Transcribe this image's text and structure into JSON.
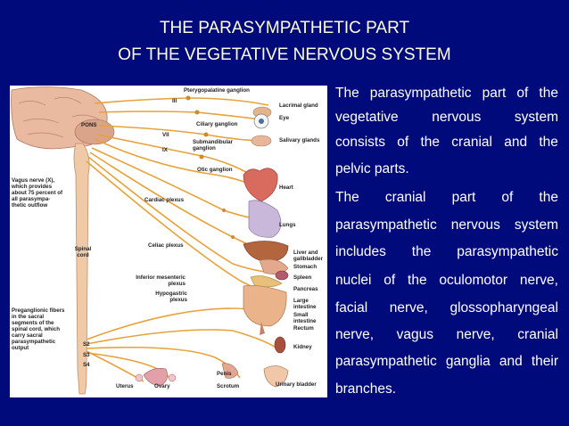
{
  "slide": {
    "title_line1": "THE PARASYMPATHETIC PART",
    "title_line2": "OF THE VEGETATIVE NERVOUS SYSTEM"
  },
  "figure_labels": {
    "pterygopalatine": "Pterygopalatine ganglion",
    "iii": "III",
    "vii": "VII",
    "ix": "IX",
    "pons": "PONS",
    "lacrimal": "Lacrimal gland",
    "eye": "Eye",
    "ciliary": "Ciliary ganglion",
    "submandibular": "Submandibular ganglion",
    "salivary": "Salivary glands",
    "otic": "Otic ganglion",
    "vagus": "Vagus nerve (X), which provides about 75 percent of all parasympa- thetic outflow",
    "cardiac_plexus": "Cardiac plexus",
    "heart": "Heart",
    "lungs": "Lungs",
    "celiac_plexus": "Celiac plexus",
    "spinal_cord": "Spinal cord",
    "liver": "Liver and gallbladder",
    "stomach": "Stomach",
    "inferior_mesenteric": "Inferior mesenteric plexus",
    "spleen": "Spleen",
    "pancreas": "Pancreas",
    "hypogastric": "Hypogastric plexus",
    "large_intestine": "Large intestine",
    "small_intestine": "Small intestine",
    "rectum": "Rectum",
    "preganglionic": "Preganglionic fibers in the sacral segments of the spinal cord, which carry sacral parasympathetic output",
    "s2": "S2",
    "s3": "S3",
    "s4": "S4",
    "kidney": "Kidney",
    "penis": "Penis",
    "uterus": "Uterus",
    "ovary": "Ovary",
    "scrotum": "Scrotum",
    "urinary_bladder": "Urinary bladder"
  },
  "body_lines": [
    [
      "The",
      "parasympathetic",
      "part",
      "of",
      "the"
    ],
    [
      "vegetative",
      "nervous",
      "system"
    ],
    [
      "consists",
      "of",
      "the",
      "cranial",
      "and",
      "the"
    ],
    [
      "pelvic parts."
    ],
    [
      "The",
      "cranial",
      "part",
      "of",
      "the"
    ],
    [
      "parasympathetic",
      "nervous",
      "system"
    ],
    [
      "includes",
      "the",
      "parasympathetic"
    ],
    [
      "nuclei",
      "of",
      "the",
      "oculomotor",
      "nerve,"
    ],
    [
      "facial",
      "nerve,",
      "glossopharyngeal"
    ],
    [
      "nerve,",
      "vagus",
      "nerve,",
      "cranial"
    ],
    [
      "parasympathetic",
      "ganglia",
      "and",
      "their"
    ],
    [
      "branches."
    ]
  ],
  "colors": {
    "background": "#000a7a",
    "title": "#ffffe0",
    "body_text": "#ffffff",
    "nerve": "#e8a23a",
    "spinal_cord": "#f0c9a6"
  }
}
